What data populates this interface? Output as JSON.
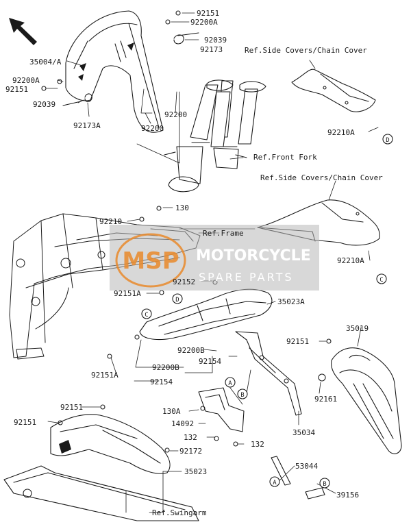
{
  "parts": [
    {
      "id": "p1",
      "text": "92151"
    },
    {
      "id": "p2",
      "text": "92200A"
    },
    {
      "id": "p3",
      "text": "92039"
    },
    {
      "id": "p4",
      "text": "92173"
    },
    {
      "id": "p5",
      "text": "35004/A"
    },
    {
      "id": "p6",
      "text": "92200A"
    },
    {
      "id": "p7",
      "text": "92151"
    },
    {
      "id": "p8",
      "text": "92039"
    },
    {
      "id": "p9",
      "text": "92173A"
    },
    {
      "id": "p10",
      "text": "92200"
    },
    {
      "id": "p11",
      "text": "92200"
    },
    {
      "id": "p12",
      "text": "92210A"
    },
    {
      "id": "p13",
      "text": "130"
    },
    {
      "id": "p14",
      "text": "92210"
    },
    {
      "id": "p15",
      "text": "92210A"
    },
    {
      "id": "p16",
      "text": "92152"
    },
    {
      "id": "p17",
      "text": "92151A"
    },
    {
      "id": "p18",
      "text": "35023A"
    },
    {
      "id": "p19",
      "text": "35019"
    },
    {
      "id": "p20",
      "text": "92151"
    },
    {
      "id": "p21",
      "text": "92200B"
    },
    {
      "id": "p22",
      "text": "92154"
    },
    {
      "id": "p23",
      "text": "92151A"
    },
    {
      "id": "p24",
      "text": "92200B"
    },
    {
      "id": "p25",
      "text": "92154"
    },
    {
      "id": "p26",
      "text": "92161"
    },
    {
      "id": "p27",
      "text": "130A"
    },
    {
      "id": "p28",
      "text": "14092"
    },
    {
      "id": "p29",
      "text": "132"
    },
    {
      "id": "p30",
      "text": "132"
    },
    {
      "id": "p31",
      "text": "35034"
    },
    {
      "id": "p32",
      "text": "92151"
    },
    {
      "id": "p33",
      "text": "92151"
    },
    {
      "id": "p34",
      "text": "92172"
    },
    {
      "id": "p35",
      "text": "35023"
    },
    {
      "id": "p36",
      "text": "53044"
    },
    {
      "id": "p37",
      "text": "39156"
    }
  ],
  "references": [
    {
      "id": "r1",
      "text": "Ref.Side Covers/Chain Cover"
    },
    {
      "id": "r2",
      "text": "Ref.Front Fork"
    },
    {
      "id": "r3",
      "text": "Ref.Side Covers/Chain Cover"
    },
    {
      "id": "r4",
      "text": "Ref.Frame"
    },
    {
      "id": "r5",
      "text": "Ref.Swingarm"
    }
  ],
  "callouts": [
    {
      "id": "c1",
      "text": "D"
    },
    {
      "id": "c2",
      "text": "C"
    },
    {
      "id": "c3",
      "text": "D"
    },
    {
      "id": "c4",
      "text": "C"
    },
    {
      "id": "c5",
      "text": "A"
    },
    {
      "id": "c6",
      "text": "B"
    },
    {
      "id": "c7",
      "text": "A"
    },
    {
      "id": "c8",
      "text": "B"
    }
  ],
  "watermark": {
    "brand": "MSP",
    "line1": "MOTORCYCLE",
    "line2": "SPARE PARTS"
  },
  "colors": {
    "line": "#1a1a1a",
    "watermark_bg": "#b8b8b8",
    "watermark_text": "#ffffff",
    "watermark_accent": "#e98a2c"
  },
  "icons": {
    "orientation": "front-direction-arrow-icon"
  }
}
